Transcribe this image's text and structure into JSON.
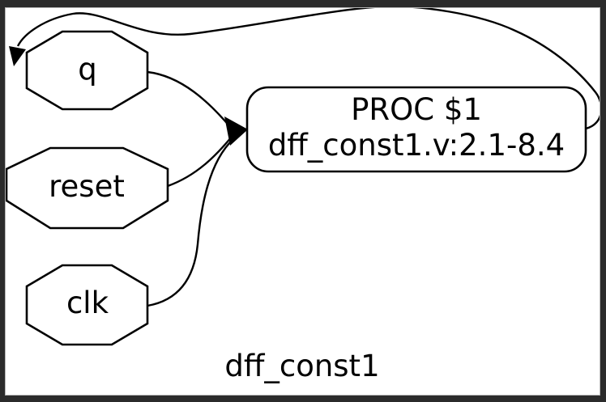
{
  "frame": {
    "background": "#2b2b2b",
    "page_background": "#ffffff",
    "page_border": "#b6b6b6"
  },
  "diagram": {
    "stroke_color": "#000000",
    "graph_label": "dff_const1",
    "nodes": [
      {
        "id": "q",
        "label": "q",
        "shape": "octagon"
      },
      {
        "id": "reset",
        "label": "reset",
        "shape": "octagon"
      },
      {
        "id": "clk",
        "label": "clk",
        "shape": "octagon"
      },
      {
        "id": "proc",
        "label_line1": "PROC $1",
        "label_line2": "dff_const1.v:2.1-8.4",
        "shape": "rounded-rect"
      }
    ],
    "edges": [
      {
        "from": "q",
        "to": "PROC $1"
      },
      {
        "from": "reset",
        "to": "PROC $1"
      },
      {
        "from": "clk",
        "to": "PROC $1"
      },
      {
        "from": "PROC $1",
        "to": "q"
      }
    ]
  }
}
